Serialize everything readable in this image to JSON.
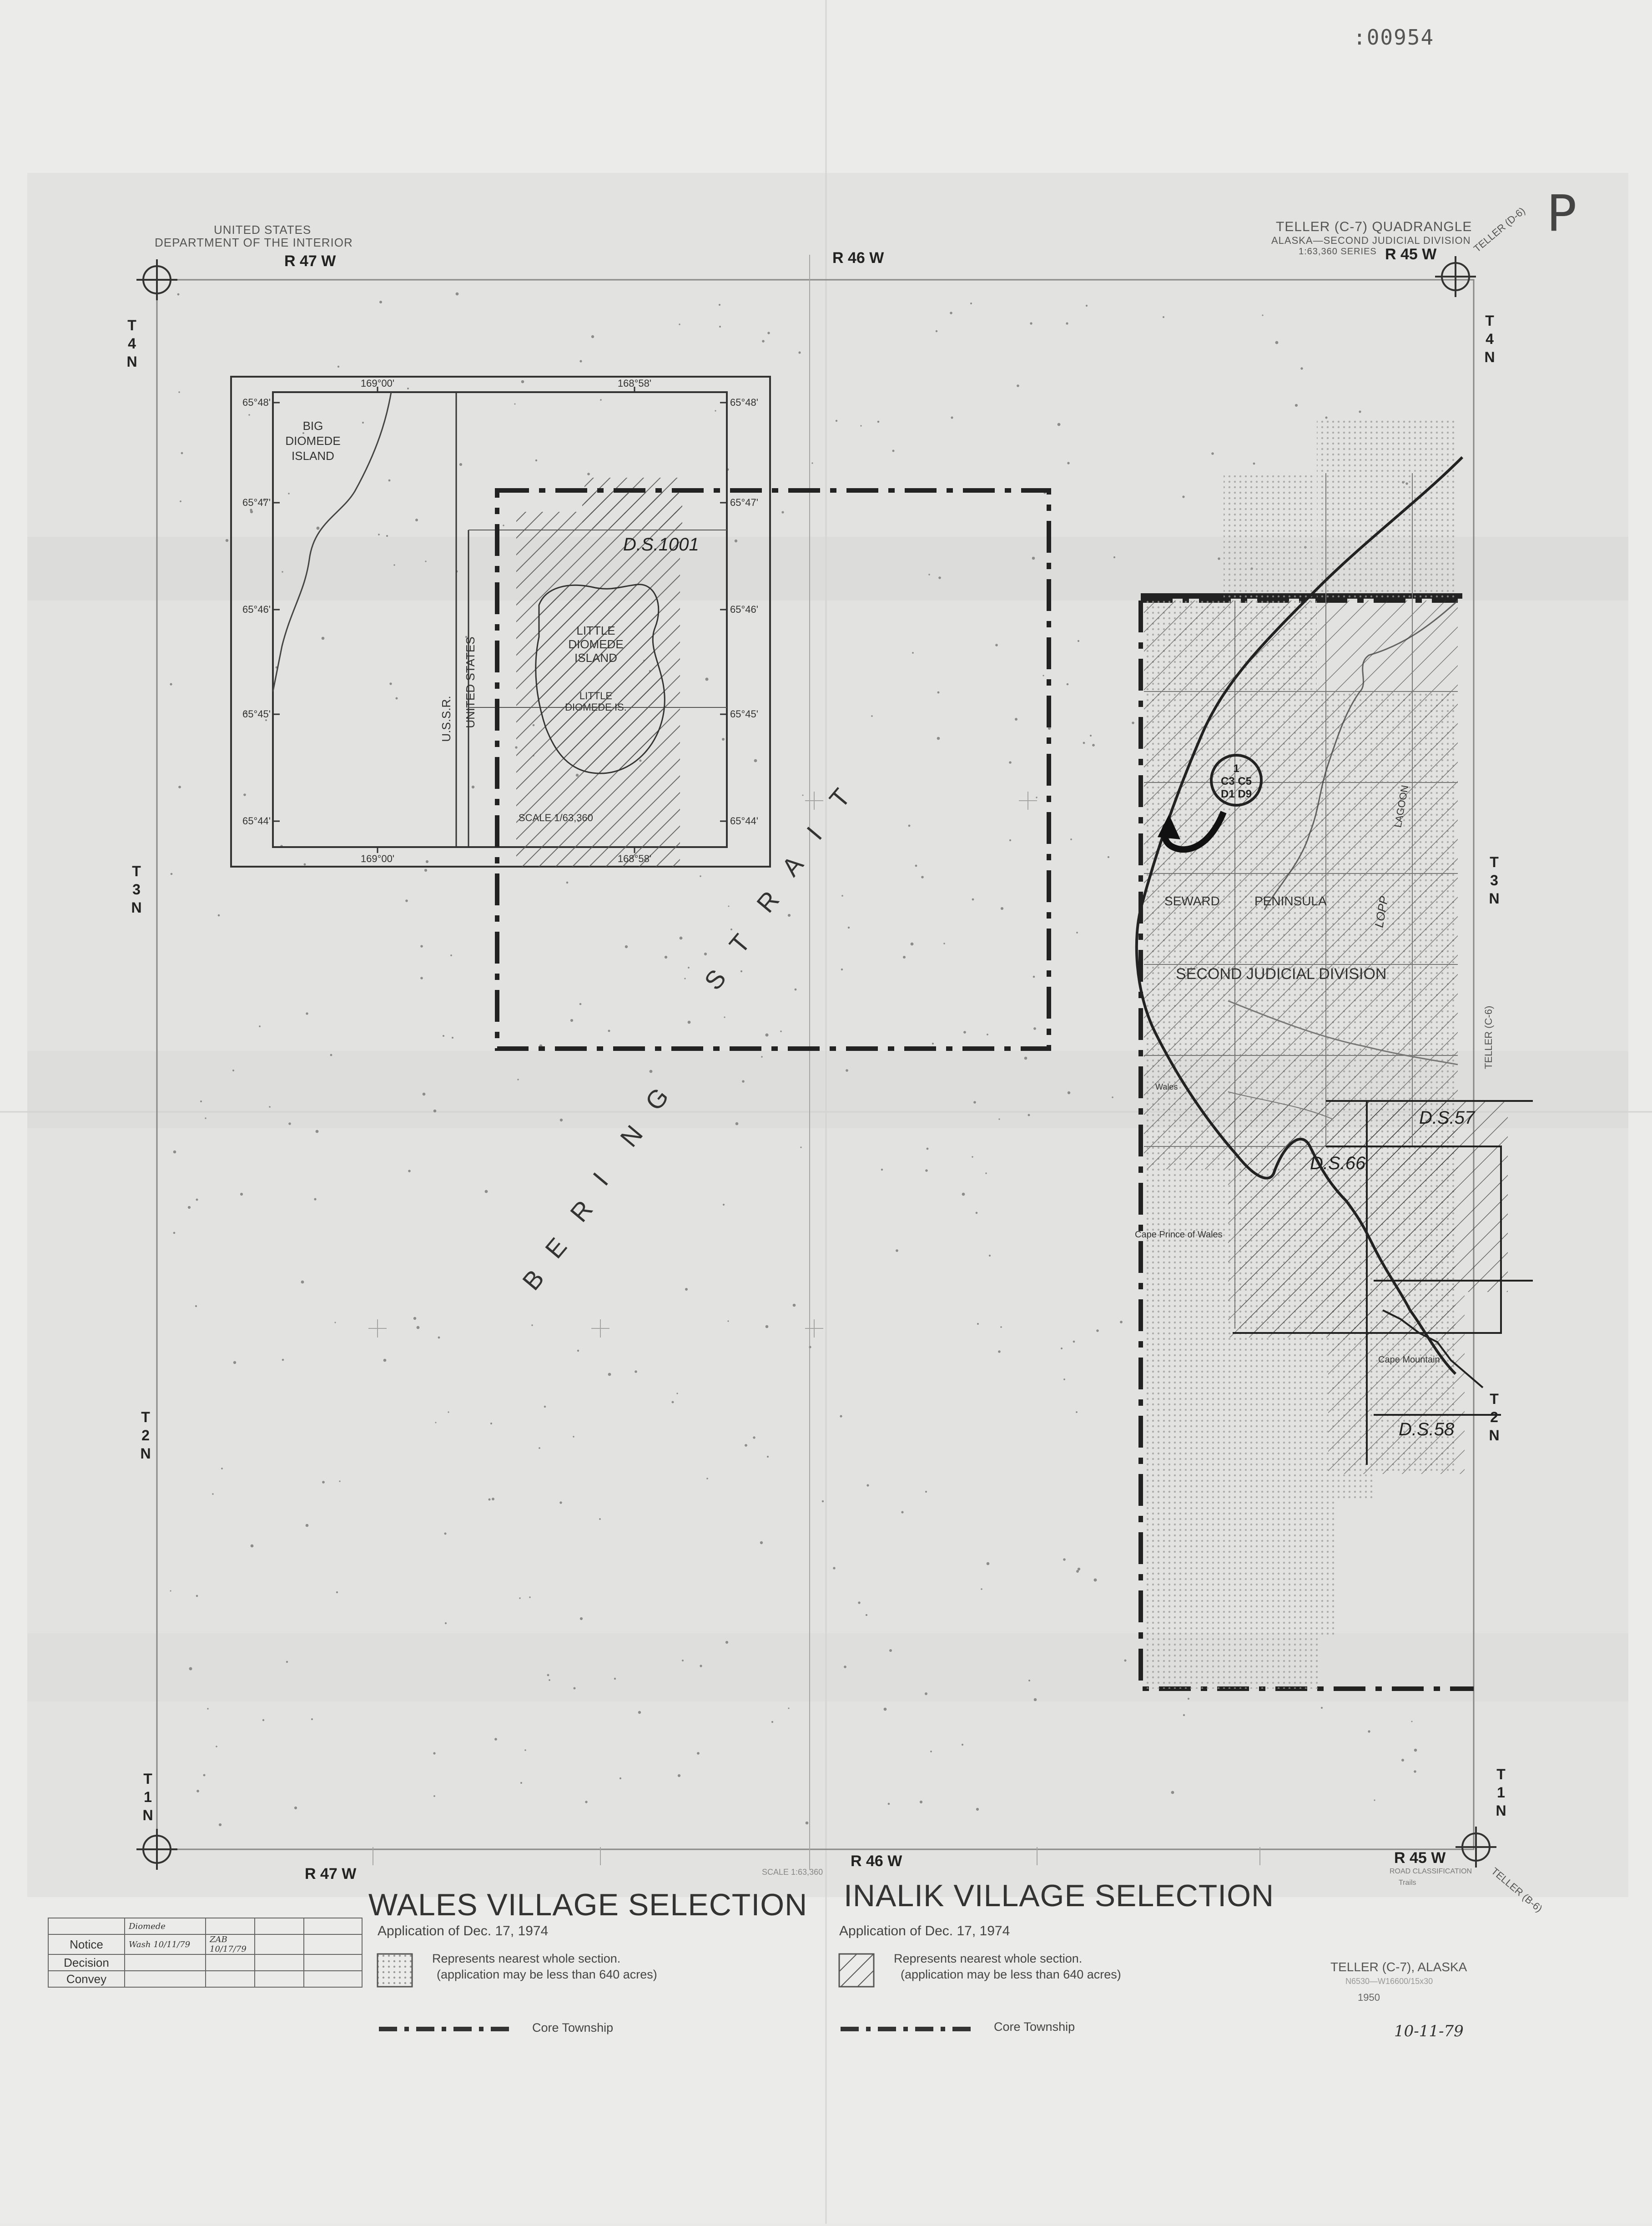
{
  "stamp": ":00954",
  "corner_mark": "P",
  "header_left": {
    "line1": "UNITED STATES",
    "line2": "DEPARTMENT OF THE INTERIOR"
  },
  "header_right": {
    "line1": "TELLER (C-7) QUADRANGLE",
    "line2": "ALASKA—SECOND JUDICIAL DIVISION",
    "line3": "1:63,360 SERIES",
    "adjacent_top": "TELLER (D-6)",
    "adjacent_right": "TELLER (C-6)",
    "adjacent_bottom": "TELLER (B-6)"
  },
  "ranges": {
    "r47": "R 47 W",
    "r46": "R 46 W",
    "r45": "R 45 W"
  },
  "townships": {
    "t4n": "T 4 N",
    "t3n": "T 3 N",
    "t2n": "T 2 N",
    "t1n": "T 1 N"
  },
  "inset": {
    "lon_left": "169°00'",
    "lon_right": "168°58'",
    "lat_48": "65°48'",
    "lat_47": "65°47'",
    "lat_46": "65°46'",
    "lat_45": "65°45'",
    "lat_44": "65°44'",
    "big_diomede": [
      "BIG",
      "DIOMEDE",
      "ISLAND"
    ],
    "little_diomede": [
      "LITTLE",
      "DIOMEDE",
      "ISLAND"
    ],
    "little_diomede_is": [
      "LITTLE",
      "DIOMEDE IS."
    ],
    "ussr": "U.S.S.R.",
    "united_states": "UNITED STATES",
    "scale": "SCALE 1/63,360"
  },
  "water_label": "BERING STRAIT",
  "ds_labels": {
    "ds1001": "D.S.1001",
    "ds57": "D.S.57",
    "ds66": "D.S.66",
    "ds58": "D.S.58"
  },
  "circle_label": [
    "1",
    "C3 C5",
    "D1 D9"
  ],
  "land_labels": {
    "seward": "SEWARD",
    "peninsula": "PENINSULA",
    "second_judicial": "SECOND JUDICIAL DIVISION",
    "lagoon": "LAGOON",
    "lopp": "LOPP",
    "cape": "Cape Prince of Wales",
    "tin_city": "Cape Mountain",
    "wales": "Wales"
  },
  "scale_note": "SCALE 1:63,360",
  "road_note": [
    "ROAD CLASSIFICATION",
    "Trails"
  ],
  "wales": {
    "title": "WALES VILLAGE SELECTION",
    "application": "Application of Dec. 17, 1974",
    "legend_line1": "Represents nearest whole section.",
    "legend_line2": "(application may be less than 640 acres)",
    "core": "Core Township"
  },
  "inalik": {
    "title": "INALIK VILLAGE SELECTION",
    "application": "Application of Dec. 17, 1974",
    "legend_line1": "Represents nearest whole section.",
    "legend_line2": "(application may be less than 640 acres)",
    "core": "Core Township"
  },
  "status_table": {
    "rows": [
      "Notice",
      "Decision",
      "Convey"
    ],
    "header_note": "Diomede",
    "notice_note1": "Wash 10/11/79",
    "notice_note2": "ZAB 10/17/79"
  },
  "map_id": {
    "line1": "TELLER (C-7), ALASKA",
    "line2": "N6530—W16600/15x30",
    "year": "1950"
  },
  "date_note": "10-11-79"
}
